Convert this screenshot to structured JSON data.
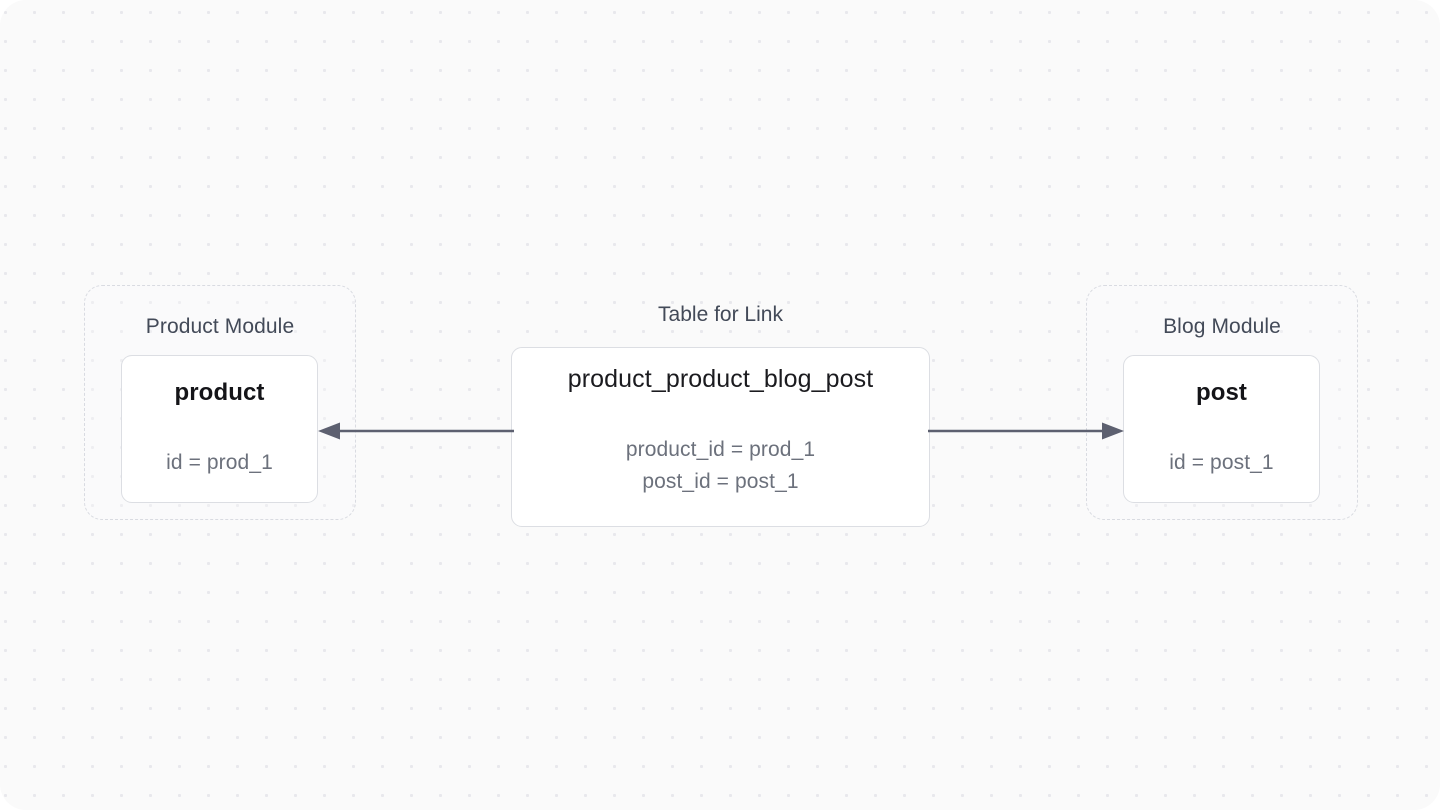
{
  "canvas": {
    "background_color": "#fafafa",
    "dot_color": "#e8e8ec"
  },
  "groups": [
    {
      "name": "product-module",
      "label": "Product Module",
      "border_color": "#d9dbe1"
    },
    {
      "name": "blog-module",
      "label": "Blog Module",
      "border_color": "#d9dbe1"
    }
  ],
  "center_label": "Table for Link",
  "nodes": {
    "product": {
      "title": "product",
      "attributes": [
        "id = prod_1"
      ]
    },
    "link_table": {
      "title": "product_product_blog_post",
      "attributes": [
        "product_id = prod_1",
        "post_id = post_1"
      ]
    },
    "post": {
      "title": "post",
      "attributes": [
        "id = post_1"
      ]
    }
  },
  "edges": [
    {
      "name": "link-to-product",
      "from": "link_table",
      "to": "product",
      "direction": "left",
      "color": "#5d6070"
    },
    {
      "name": "link-to-post",
      "from": "link_table",
      "to": "post",
      "direction": "right",
      "color": "#5d6070"
    }
  ]
}
